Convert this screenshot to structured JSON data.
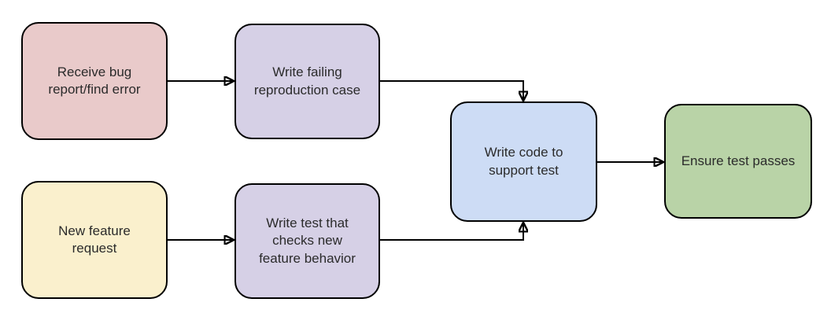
{
  "diagram": {
    "background_color": "#ffffff",
    "edge_color": "#000000",
    "text_color": "#2b2b2b",
    "nodes": [
      {
        "id": "receive-bug-report",
        "label": "Receive bug report/find error",
        "fill": "#e9caca"
      },
      {
        "id": "write-failing-reproduction-case",
        "label": "Write failing reproduction case",
        "fill": "#d6d0e6"
      },
      {
        "id": "new-feature-request",
        "label": "New feature request",
        "fill": "#faf0cd"
      },
      {
        "id": "write-test-checks-new-feature-behavior",
        "label": "Write test that checks new feature behavior",
        "fill": "#d6d0e6"
      },
      {
        "id": "write-code-to-support-test",
        "label": "Write code to support test",
        "fill": "#cddcf5"
      },
      {
        "id": "ensure-test-passes",
        "label": "Ensure test passes",
        "fill": "#b9d3a7"
      }
    ],
    "edges": [
      {
        "from": "receive-bug-report",
        "to": "write-failing-reproduction-case"
      },
      {
        "from": "write-failing-reproduction-case",
        "to": "write-code-to-support-test"
      },
      {
        "from": "new-feature-request",
        "to": "write-test-checks-new-feature-behavior"
      },
      {
        "from": "write-test-checks-new-feature-behavior",
        "to": "write-code-to-support-test"
      },
      {
        "from": "write-code-to-support-test",
        "to": "ensure-test-passes"
      }
    ]
  }
}
